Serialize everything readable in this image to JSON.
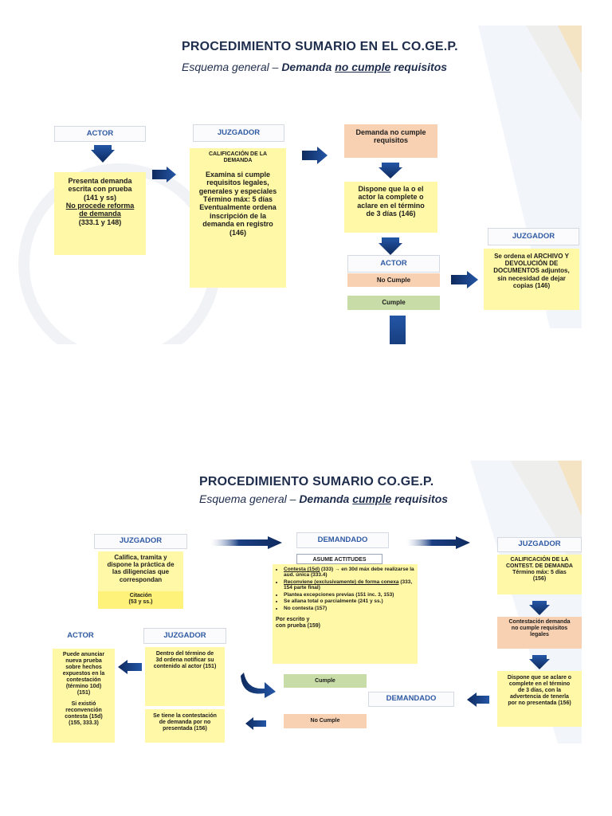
{
  "slide1": {
    "title": "PROCEDIMIENTO SUMARIO EN EL CO.GE.P.",
    "subtitle_a": "Esquema general – ",
    "subtitle_b": "Demanda ",
    "subtitle_c": "no cumple",
    "subtitle_d": " requisitos",
    "actor_header": "ACTOR",
    "actor_text_1": "Presenta demanda",
    "actor_text_2": "escrita con prueba",
    "actor_text_3": "(141  y ss)",
    "actor_text_4": "No procede reforma",
    "actor_text_5": "de demanda",
    "actor_text_6": "(333.1 y 148)",
    "juzgador_header": "JUZGADOR",
    "calif_title_1": "CALIFICACIÓN DE LA",
    "calif_title_2": "DEMANDA",
    "calif_text_1": "Examina si cumple",
    "calif_text_2": "requisitos legales,",
    "calif_text_3": "generales y especiales",
    "calif_text_4": "Término máx: 5 días",
    "calif_text_5": "Eventualmente ordena",
    "calif_text_6": "inscripción de la",
    "calif_text_7": "demanda en registro",
    "calif_text_8": "(146)",
    "no_cumple_req_1": "Demanda no cumple",
    "no_cumple_req_2": "requisitos",
    "dispone_1": "Dispone que la o el",
    "dispone_2": "actor la complete o",
    "dispone_3": "aclare en el término",
    "dispone_4": "de 3 días (146)",
    "actor2_header": "ACTOR",
    "no_cumple": "No Cumple",
    "cumple": "Cumple",
    "juzgador2_header": "JUZGADOR",
    "archivo_1": "Se ordena el ARCHIVO Y",
    "archivo_2": "DEVOLUCIÓN DE",
    "archivo_3": "DOCUMENTOS adjuntos,",
    "archivo_4": "sin necesidad de dejar",
    "archivo_5": "copias (146)"
  },
  "slide2": {
    "title": "PROCEDIMIENTO SUMARIO CO.GE.P.",
    "subtitle_a": "Esquema general – ",
    "subtitle_b": "Demanda ",
    "subtitle_c": "cumple",
    "subtitle_d": " requisitos",
    "juzgador_header": "JUZGADOR",
    "califica_1": "Califica, tramita y",
    "califica_2": "dispone la práctica de",
    "califica_3": "las diligencias que",
    "califica_4": "correspondan",
    "citacion_1": "Citación",
    "citacion_2": "(53 y ss.)",
    "demandado_header": "DEMANDADO",
    "asume": "ASUME ACTITUDES",
    "att_1a": "Contesta (15d)",
    "att_1b": " (333) → en 30d máx debe realizarse la aud. única (333.4)",
    "att_2a": "Reconviene (exclusivamente) de forma conexa",
    "att_2b": " (333, 154 parte final)",
    "att_3": "Plantea excepciones previas (151 inc. 3, 153)",
    "att_4": "Se allana total o parcialmente (241 y ss.)",
    "att_5": "No contesta (157)",
    "por_escrito_1": "Por  escrito y",
    "por_escrito_2": "con prueba (159)",
    "juzgador_right_header": "JUZGADOR",
    "calif_contest_1": "CALIFICACIÓN DE LA",
    "calif_contest_2": "CONTEST. DE DEMANDA",
    "calif_contest_3": "Término máx: 5 días",
    "calif_contest_4": "(156)",
    "contest_no_1": "Contestación demanda",
    "contest_no_2": "no cumple requisitos",
    "contest_no_3": "legales",
    "dispone_1": "Dispone que se aclare o",
    "dispone_2": "complete en el término",
    "dispone_3": "de 3 días, con la",
    "dispone_4": "advertencia de tenerla",
    "dispone_5": "por no presentada (156)",
    "demandado2_header": "DEMANDADO",
    "cumple": "Cumple",
    "no_cumple": "No Cumple",
    "juzgador_mid_header": "JUZGADOR",
    "dentro_1": "Dentro del término de",
    "dentro_2": "3d ordena notificar su",
    "dentro_3": "contenido al actor (151)",
    "se_tiene_1": "Se tiene la contestación",
    "se_tiene_2": "de demanda por no",
    "se_tiene_3": "presentada (156)",
    "actor_header": "ACTOR",
    "puede_1": "Puede anunciar",
    "puede_2": "nueva prueba",
    "puede_3": "sobre hechos",
    "puede_4": "expuestos en la",
    "puede_5": "contestación",
    "puede_6": "(término 10d)",
    "puede_7": "(151)",
    "puede_8": "Si existió",
    "puede_9": "reconvención",
    "puede_10": "contesta (15d)",
    "puede_11": "(155, 333.3)"
  },
  "colors": {
    "title": "#1f2d4d",
    "header_text": "#2f5aa3",
    "yellow": "#fff8a6",
    "peach": "#f8d1b2",
    "green": "#c7dca6",
    "arrow": "#1a3d7a"
  }
}
